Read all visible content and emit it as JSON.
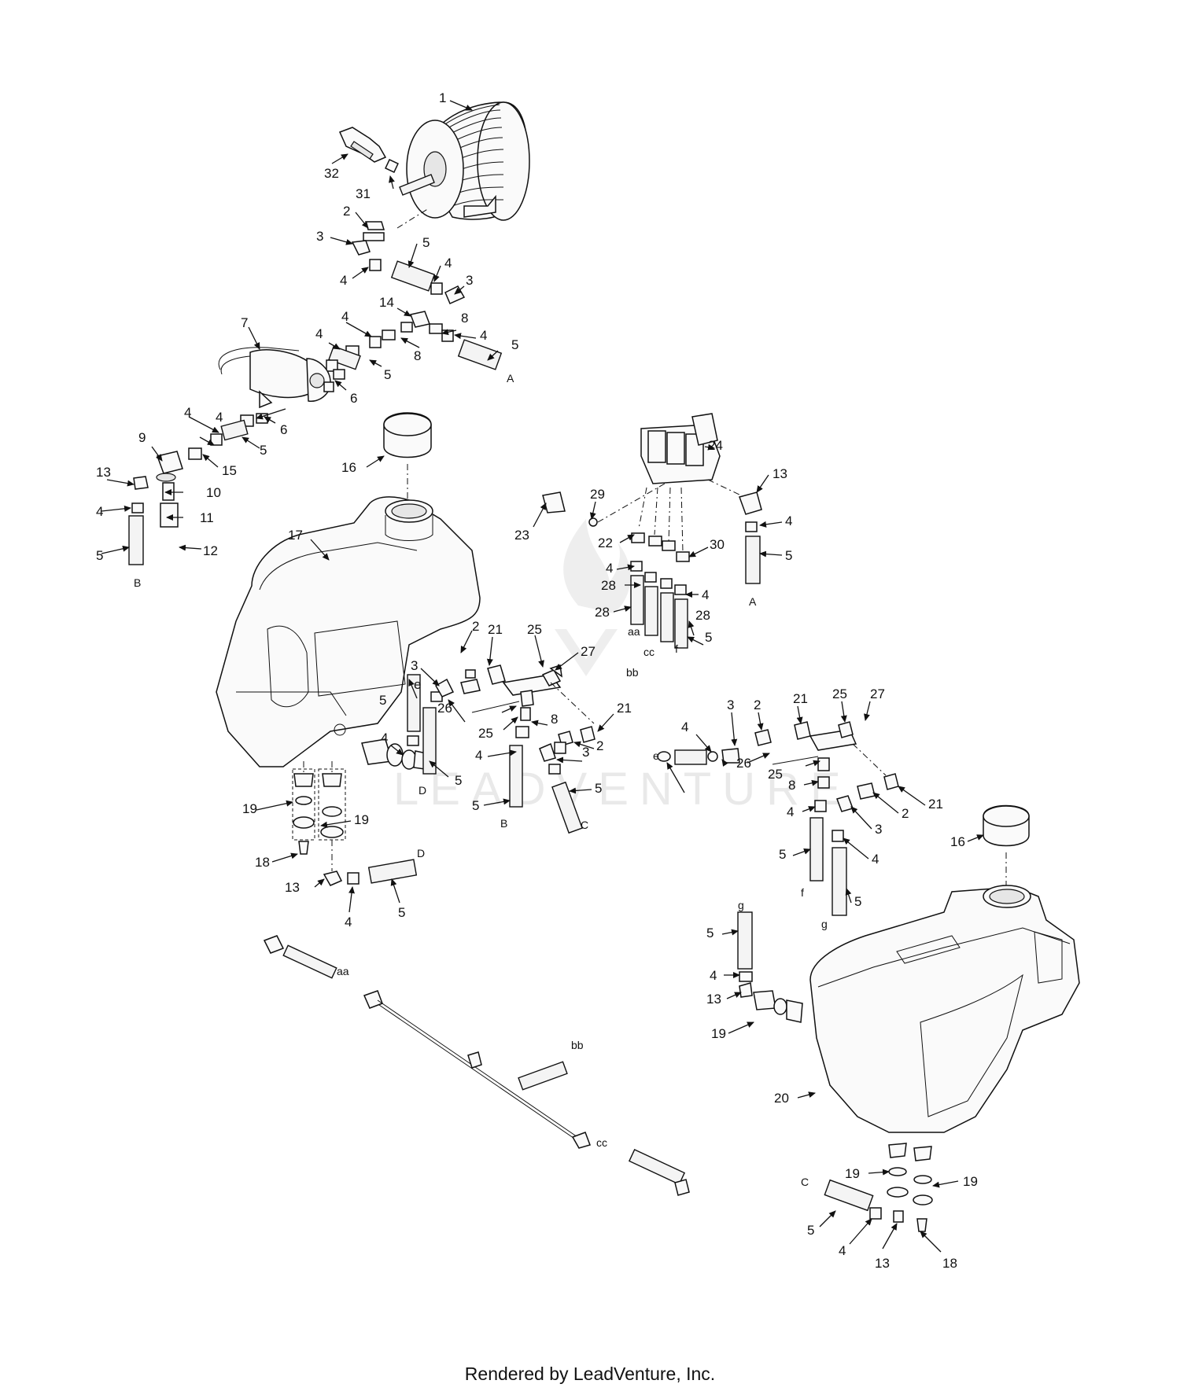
{
  "footer": "Rendered by LeadVenture, Inc.",
  "watermark": "LEADVENTURE",
  "callouts": [
    "1",
    "2",
    "3",
    "4",
    "5",
    "6",
    "7",
    "8",
    "9",
    "10",
    "11",
    "12",
    "13",
    "14",
    "15",
    "16",
    "17",
    "18",
    "19",
    "20",
    "21",
    "22",
    "23",
    "24",
    "25",
    "26",
    "27",
    "28",
    "29",
    "30",
    "31",
    "32"
  ],
  "connectors": [
    "A",
    "B",
    "C",
    "D",
    "e",
    "f",
    "g",
    "aa",
    "bb",
    "cc"
  ]
}
